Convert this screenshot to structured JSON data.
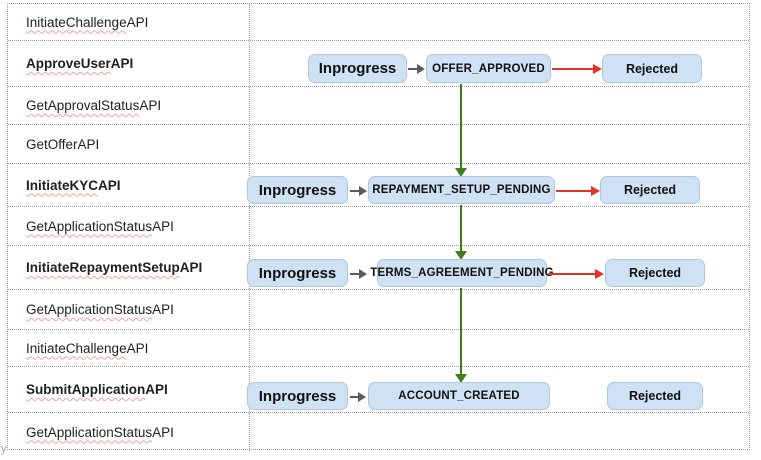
{
  "colors": {
    "box_fill": "#cfe2f3",
    "box_border": "#aec8de",
    "red_arrow": "#e23325",
    "green_arrow": "#3f7d1f",
    "gray_arrow": "#5b5b5b",
    "grid_dotted": "#9e9e9e",
    "spellcheck_squiggle": "#f0a49c"
  },
  "table": {
    "rows": [
      {
        "name": "InitiateChallenge",
        "suffix": " API",
        "bold": false,
        "misspelled": true
      },
      {
        "name": "ApproveUser",
        "suffix": " API",
        "bold": true,
        "misspelled": true
      },
      {
        "name": "GetApprovalStatus",
        "suffix": " API",
        "bold": false,
        "misspelled": true
      },
      {
        "name": "GetOffer",
        "suffix": " API",
        "bold": false,
        "misspelled": false
      },
      {
        "name": "InitiateKYC",
        "suffix": " API",
        "bold": true,
        "misspelled": true
      },
      {
        "name": "GetApplicationStatus",
        "suffix": " API",
        "bold": false,
        "misspelled": true
      },
      {
        "name": "InitiateRepaymentSetup",
        "suffix": " API",
        "bold": true,
        "misspelled": true
      },
      {
        "name": "GetApplicationStatus",
        "suffix": " API",
        "bold": false,
        "misspelled": true
      },
      {
        "name": "InitiateChallenge",
        "suffix": " API",
        "bold": false,
        "misspelled": true
      },
      {
        "name": "SubmitApplication",
        "suffix": " API",
        "bold": true,
        "misspelled": true
      },
      {
        "name": "GetApplicationStatus",
        "suffix": " API",
        "bold": false,
        "misspelled": true
      }
    ]
  },
  "flows": [
    {
      "start": "Inprogress",
      "state": "OFFER_APPROVED",
      "reject": "Rejected",
      "red_arrow": true
    },
    {
      "start": "Inprogress",
      "state": "REPAYMENT_SETUP_PENDING",
      "reject": "Rejected",
      "red_arrow": true
    },
    {
      "start": "Inprogress",
      "state": "TERMS_AGREEMENT_PENDING",
      "reject": "Rejected",
      "red_arrow": true
    },
    {
      "start": "Inprogress",
      "state": "ACCOUNT_CREATED",
      "reject": "Rejected",
      "red_arrow": false
    }
  ],
  "stray_label": "y"
}
